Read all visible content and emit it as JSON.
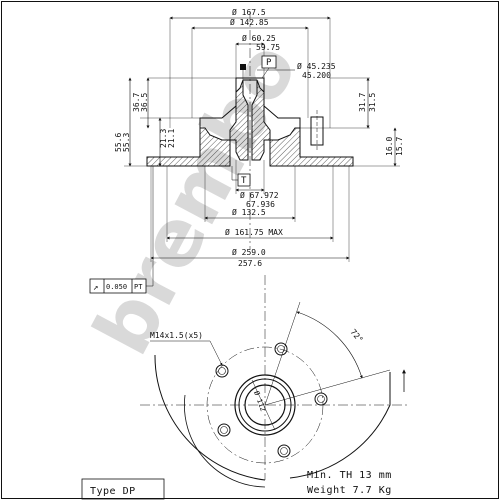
{
  "watermark": "brembo",
  "top_view": {
    "diameters": {
      "d1": "Ø 167.5",
      "d2": "Ø 142.85",
      "d3_upper": "Ø 60.25",
      "d3_lower": "59.75",
      "d4_upper": "Ø 45.235",
      "d4_lower": "45.200",
      "d5_upper": "Ø 67.972",
      "d5_lower": "67.936",
      "d6": "Ø 132.5",
      "d7": "Ø 161.75 MAX",
      "d8_upper": "Ø 259.0",
      "d8_lower": "257.6"
    },
    "heights_left": {
      "h1_a": "36.7",
      "h1_b": "36.5",
      "h2_a": "55.6",
      "h2_b": "55.3",
      "h3_a": "21.3",
      "h3_b": "21.1"
    },
    "heights_right": {
      "h4_a": "31.7",
      "h4_b": "31.5",
      "h5_a": "16.0",
      "h5_b": "15.7"
    },
    "datum_p": "P",
    "datum_t": "T",
    "tolerance_symbol": "↗",
    "tolerance_value": "0.050",
    "tolerance_ref": "PT"
  },
  "front_view": {
    "thread": "M14x1.5(x5)",
    "angle": "72°",
    "center_diameter": "Ø 112"
  },
  "footer": {
    "type": "Type DP",
    "min_th": "Min. TH 13 mm",
    "weight": "Weight  7.7 Kg"
  }
}
